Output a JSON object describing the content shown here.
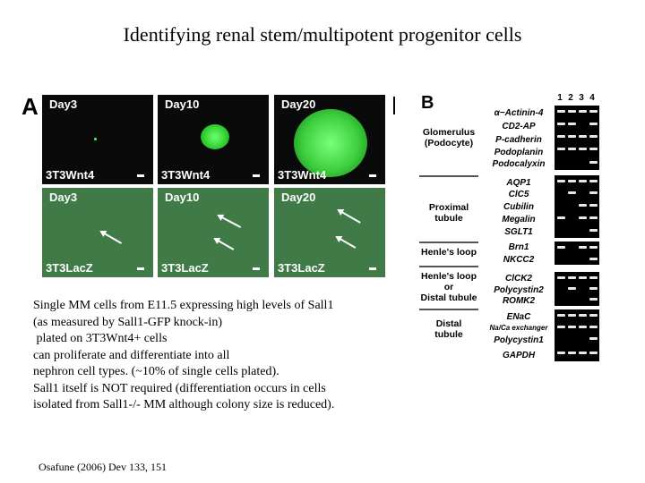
{
  "title": "Identifying renal stem/multipotent progenitor cells",
  "panelA": {
    "letter": "A",
    "top_row": [
      {
        "day": "Day3",
        "line": "3T3Wnt4"
      },
      {
        "day": "Day10",
        "line": "3T3Wnt4"
      },
      {
        "day": "Day20",
        "line": "3T3Wnt4"
      }
    ],
    "bottom_row": [
      {
        "day": "Day3",
        "line": "3T3LacZ"
      },
      {
        "day": "Day10",
        "line": "3T3LacZ"
      },
      {
        "day": "Day20",
        "line": "3T3LacZ"
      }
    ]
  },
  "panelB": {
    "letter": "B",
    "lanes": [
      "1",
      "2",
      "3",
      "4"
    ],
    "groups": [
      {
        "label": "Glomerulus\n(Podocyte)",
        "genes": [
          "α−Actinin-4",
          "CD2-AP",
          "P-cadherin",
          "Podoplanin",
          "Podocalyxin"
        ]
      },
      {
        "label": "Proximal\ntubule",
        "genes": [
          "AQP1",
          "ClC5",
          "Cubilin",
          "Megalin",
          "SGLT1"
        ]
      },
      {
        "label": "Henle's loop",
        "genes": [
          "Brn1",
          "NKCC2"
        ]
      },
      {
        "label": "Henle's loop\nor\nDistal tubule",
        "genes": [
          "ClCK2",
          "Polycystin2",
          "ROMK2"
        ]
      },
      {
        "label": "Distal\ntubule",
        "genes": [
          "ENaC",
          "Na/Ca exchanger",
          "Polycystin1"
        ]
      },
      {
        "label": "",
        "genes": [
          "GAPDH"
        ]
      }
    ]
  },
  "body_text": "Single MM cells from E11.5 expressing high levels of Sall1\n(as measured by Sall1-GFP knock-in)\n plated on 3T3Wnt4+ cells\ncan proliferate and differentiate into all\nnephron cell types. (~10% of single cells plated).\nSall1 itself is NOT required (differentiation occurs in cells\nisolated from Sall1-/- MM although colony size is reduced).",
  "citation": "Osafune (2006) Dev 133, 151",
  "colors": {
    "fluorescent_green": "#3ecf3e",
    "brightfield_green": "#3f7a47",
    "gel_background": "#000000"
  }
}
